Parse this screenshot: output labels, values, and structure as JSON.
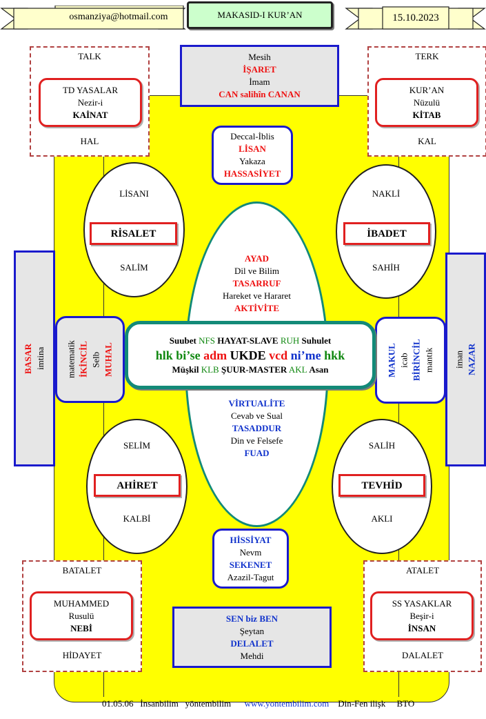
{
  "header": {
    "email": "osmanziya@hotmail.com",
    "title": "MAKASID-I KUR’AN",
    "date": "15.10.2023"
  },
  "corners": {
    "top_left": {
      "top": "TALK",
      "l1": "TD YASALAR",
      "l2": "Nezir-i",
      "l3": "KAİNAT",
      "bottom": "HAL"
    },
    "top_right": {
      "top": "TERK",
      "l1": "KUR’AN",
      "l2": "Nüzulü",
      "l3": "KİTAB",
      "bottom": "KAL"
    },
    "bottom_left": {
      "top": "BATALET",
      "l1": "MUHAMMED",
      "l2": "Rusulü",
      "l3": "NEBİ",
      "bottom": "HİDAYET"
    },
    "bottom_right": {
      "top": "ATALET",
      "l1": "SS YASAKLAR",
      "l2": "Beşir-i",
      "l3": "İNSAN",
      "bottom": "DALALET"
    }
  },
  "top_box": {
    "l1": "Mesih",
    "l2": "İŞARET",
    "l3": "İmam",
    "l4": "CAN salihîn CANAN"
  },
  "bottom_box": {
    "l1": "SEN biz BEN",
    "l2": "Şeytan",
    "l3": "DELALET",
    "l4": "Mehdi"
  },
  "upper_mid": {
    "l1": "Deccal-İblis",
    "l2": "LİSAN",
    "l3": "Yakaza",
    "l4": "HASSASİYET"
  },
  "lower_mid": {
    "l1": "HİSSİYAT",
    "l2": "Nevm",
    "l3": "SEKENET",
    "l4": "Azazil-Tagut"
  },
  "ellipses": {
    "tl": {
      "top": "LİSANI",
      "label": "RİSALET",
      "bottom": "SALİM"
    },
    "tr": {
      "top": "NAKLİ",
      "label": "İBADET",
      "bottom": "SAHİH"
    },
    "bl": {
      "top": "SELİM",
      "label": "AHİRET",
      "bottom": "KALBİ"
    },
    "br": {
      "top": "SALİH",
      "label": "TEVHİD",
      "bottom": "AKLI"
    }
  },
  "center_upper": {
    "l1": "AYAD",
    "l2": "Dil ve Bilim",
    "l3": "TASARRUF",
    "l4": "Hareket ve Hararet",
    "l5": "AKTİVİTE"
  },
  "center_lower": {
    "l1": "VİRTUALİTE",
    "l2": "Cevab ve Sual",
    "l3": "TASADDUR",
    "l4": "Din ve Felsefe",
    "l5": "FUAD"
  },
  "center_box": {
    "r1": {
      "a": "Suubet",
      "b": "NFS",
      "c": "HAYAT-SLAVE",
      "d": "RUH",
      "e": "Suhulet"
    },
    "r2": {
      "a": "hlk",
      "b": "bi’se",
      "c": "adm",
      "d": "UKDE",
      "e": "vcd",
      "f": "ni’me",
      "g": "hkk"
    },
    "r3": {
      "a": "Müşkil",
      "b": "KLB",
      "c": "ŞUUR-MASTER",
      "d": "AKL",
      "e": "Asan"
    }
  },
  "left_bar": {
    "l1": "BASAR",
    "l2": "imtina"
  },
  "right_bar": {
    "l1": "iman",
    "l2": "NAZAR"
  },
  "left_side": {
    "l1": "matematik",
    "l2": "İKİNCİL",
    "l3": "Selb",
    "l4": "MUHAL"
  },
  "right_side": {
    "l1": "MAKUL",
    "l2": "icab",
    "l3": "BİRİNCİL",
    "l4": "mantık"
  },
  "footer": {
    "date": "01.05.06",
    "a": "İnsanbilim",
    "b": "yöntembilim",
    "url": "www.yontembilim.com",
    "c": "Din-Fen ilişk",
    "d": "BTO"
  }
}
